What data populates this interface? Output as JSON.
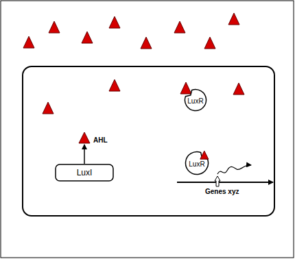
{
  "diagram": {
    "nodes": [
      {
        "text": [
          "LuxR"
        ]
      },
      {
        "text": [
          "AHL"
        ]
      },
      {
        "text": [
          "LuxR"
        ]
      },
      {
        "text": [
          "LuxI"
        ]
      }
    ],
    "edges": [
      {
        "from": 3,
        "to": 1,
        "arrow": "to"
      }
    ],
    "labels": [
      "Genes xyz"
    ]
  }
}
